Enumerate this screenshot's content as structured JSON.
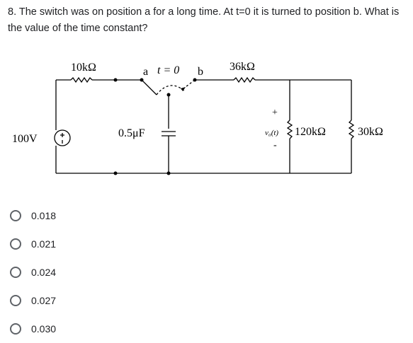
{
  "question": {
    "text": "8. The switch was on position a for a long time. At t=0 it is turned to position b. What is the value of the time constant?"
  },
  "circuit": {
    "source_label": "100V",
    "r1_label": "10kΩ",
    "switch_a": "a",
    "switch_time": "t = 0",
    "switch_b": "b",
    "capacitor_label": "0.5μF",
    "r2_label": "36kΩ",
    "vo_label": "v₀(t)",
    "plus_sign": "+",
    "minus_sign": "-",
    "r3_label": "120kΩ",
    "r4_label": "30kΩ"
  },
  "options": [
    {
      "label": "0.018"
    },
    {
      "label": "0.021"
    },
    {
      "label": "0.024"
    },
    {
      "label": "0.027"
    },
    {
      "label": "0.030"
    }
  ]
}
